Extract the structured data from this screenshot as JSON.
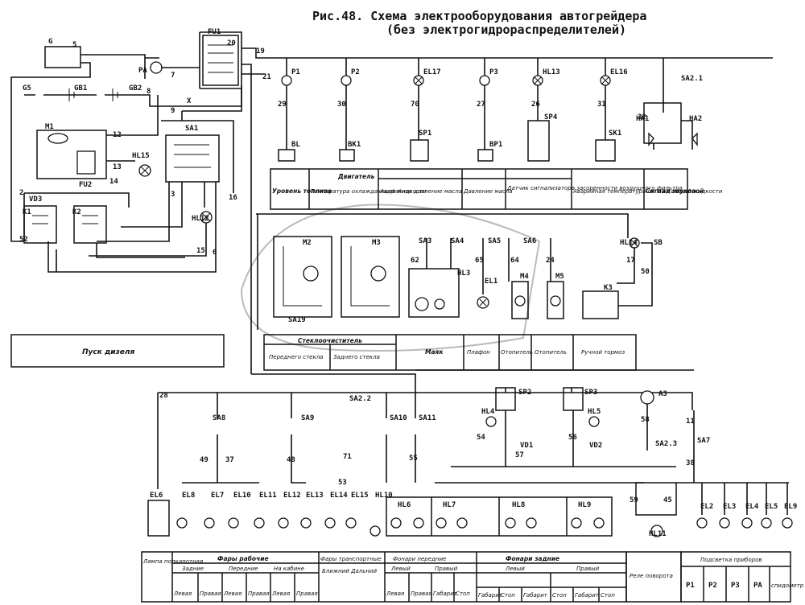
{
  "title": "Рис.48. Схема электрооборудования автогрейдера",
  "subtitle": "(без электрогидрораспределителей)",
  "start_block": "Пуск дизеля",
  "engine_panel": {
    "header": "Двигатель",
    "cells": [
      "Уровень топлива",
      "Температура охлаждающей жидкости",
      "Аварийное давление масла",
      "Давление масла",
      "Датчик сигнализатора засоренности воздушного фильтра",
      "Аварийная температура охлаждающей жидкости",
      "Сигнал звуковой"
    ]
  },
  "middle_panel": {
    "header": "Стеклоочиститель",
    "cells": [
      "Переднего стекла",
      "Заднего стекла",
      "Маяк",
      "Плафон",
      "Отопитель",
      "Отопитель",
      "Ручной тормоз"
    ]
  },
  "bottom_table": {
    "groups": [
      "Лампа подкапотная",
      "Фары рабочие",
      "Фары транспортные",
      "Фонари передние",
      "Фонари задние",
      "Реле поворота",
      "Подсветка приборов"
    ],
    "subgroups": [
      "Задние",
      "Передние",
      "На кабине",
      "Ближний",
      "Дальний",
      "Левый",
      "Правый",
      "Левый",
      "Правый"
    ],
    "cells": [
      "Левая",
      "Правая",
      "Левая",
      "Правая",
      "Левая",
      "Правая",
      "Левая",
      "Правая",
      "Габарит",
      "Стоп",
      "Габарит",
      "Стоп",
      "Габарит",
      "Стоп",
      "Габарит",
      "Стоп"
    ],
    "instruments": [
      "P1",
      "P2",
      "P3",
      "PA",
      "спидометр"
    ]
  },
  "components": {
    "top": [
      "G",
      "PA",
      "FU1",
      "G5",
      "GB1",
      "GB2",
      "X",
      "SA1",
      "M1",
      "HL15",
      "VD3",
      "FU2",
      "K1",
      "K2",
      "HL12",
      "P1",
      "P2",
      "EL17",
      "P3",
      "HL13",
      "EL16",
      "SA2.1",
      "HA1",
      "HA2",
      "BL",
      "BK1",
      "SP1",
      "BP1",
      "SP4",
      "SK1"
    ],
    "middle": [
      "M2",
      "M3",
      "SA3",
      "SA4",
      "SA5",
      "SA6",
      "HL3",
      "EL1",
      "M4",
      "M5",
      "SA19",
      "HL14",
      "SB",
      "K3"
    ],
    "bottom": [
      "SA8",
      "SA9",
      "SA2.2",
      "SA10",
      "SA11",
      "SP2",
      "SP3",
      "A3",
      "SA2.3",
      "SA7",
      "HL4",
      "HL5",
      "VD1",
      "VD2",
      "HL11",
      "EL6",
      "EL8",
      "EL7",
      "EL10",
      "EL11",
      "EL12",
      "EL13",
      "EL14",
      "EL15",
      "HL10",
      "HL6",
      "HL7",
      "HL8",
      "HL9",
      "EL2",
      "EL3",
      "EL4",
      "EL5",
      "EL9"
    ]
  },
  "wire_numbers": [
    "19",
    "20",
    "21",
    "28",
    "29",
    "30",
    "70",
    "27",
    "26",
    "31",
    "32",
    "62",
    "65",
    "64",
    "24",
    "17",
    "50",
    "49",
    "37",
    "48",
    "55",
    "54",
    "56",
    "57",
    "58",
    "59",
    "45",
    "38",
    "11",
    "12",
    "13",
    "14",
    "15",
    "16",
    "3",
    "6",
    "5",
    "7",
    "8",
    "9",
    "2",
    "52",
    "53",
    "71"
  ]
}
